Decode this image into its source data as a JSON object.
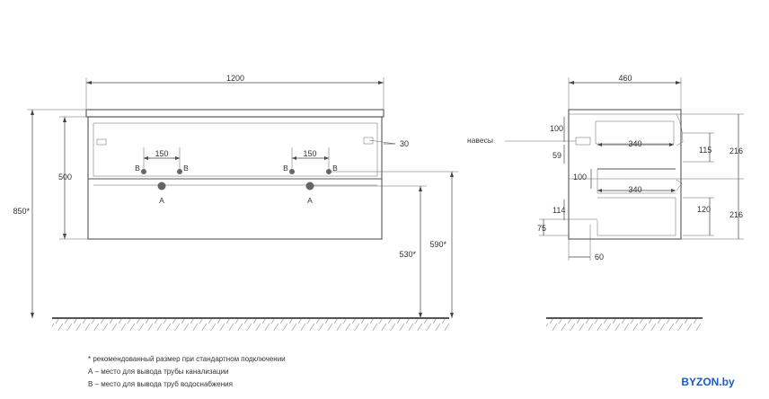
{
  "front": {
    "width": "1200",
    "height_total": "850*",
    "height_cabinet": "500",
    "spacing_left": "150",
    "spacing_right": "150",
    "top_gap": "30",
    "height_a": "530*",
    "height_b": "590*",
    "label_b": "B",
    "label_a": "A"
  },
  "side": {
    "depth": "460",
    "hinges_label": "навесы",
    "d100_top": "100",
    "d59": "59",
    "d340_top": "340",
    "d115": "115",
    "d216_top": "216",
    "d100_mid": "100",
    "d340_bottom": "340",
    "d114": "114",
    "d75": "75",
    "d120": "120",
    "d216_bottom": "216",
    "d60": "60"
  },
  "notes": [
    "* рекомендованный размер при стандартном подключении",
    "А – место для вывода трубы канализации",
    "В – место для вывода труб водоснабжения"
  ],
  "brand": "BYZON.by"
}
